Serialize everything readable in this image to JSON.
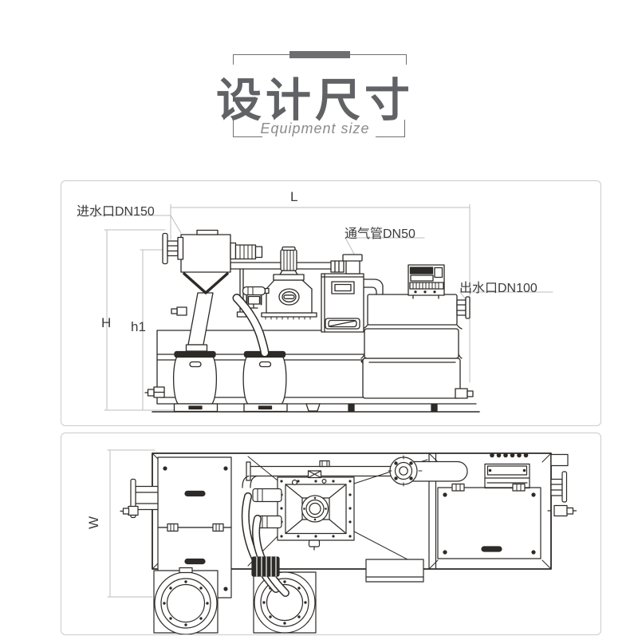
{
  "header": {
    "title": "设计尺寸",
    "subtitle": "Equipment size"
  },
  "side_view": {
    "dim_length": "L",
    "dim_height_total": "H",
    "dim_height_body": "h1",
    "label_inlet": "进水口DN150",
    "label_vent": "通气管DN50",
    "label_outlet": "出水口DN100"
  },
  "plan_view": {
    "dim_width": "W"
  },
  "colors": {
    "title_text": "#616265",
    "subtitle_text": "#8b8b8b",
    "line_art": "#2d2a27",
    "dimension_lines": "#bbbdbf",
    "panel_border": "#c9cbcd",
    "background": "#ffffff"
  }
}
